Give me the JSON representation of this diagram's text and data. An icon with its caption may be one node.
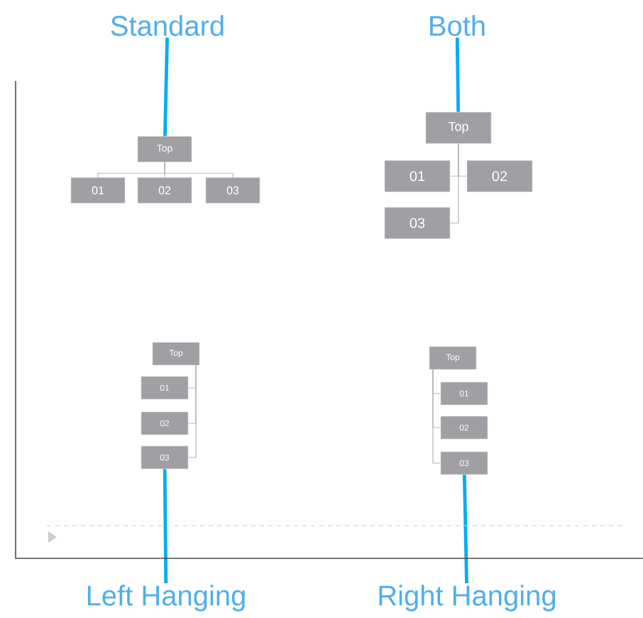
{
  "diagram": {
    "nodes": [
      {
        "text": [
          "Standard"
        ]
      },
      {
        "text": [
          "Top"
        ]
      },
      {
        "text": [
          "01"
        ]
      },
      {
        "text": [
          "02"
        ]
      },
      {
        "text": [
          "03"
        ]
      },
      {
        "text": [
          "Both"
        ]
      },
      {
        "text": [
          "Top"
        ]
      },
      {
        "text": [
          "01"
        ]
      },
      {
        "text": [
          "02"
        ]
      },
      {
        "text": [
          "03"
        ]
      },
      {
        "text": [
          "Top"
        ]
      },
      {
        "text": [
          "01"
        ]
      },
      {
        "text": [
          "02"
        ]
      },
      {
        "text": [
          "03"
        ]
      },
      {
        "text": [
          "Left Hanging"
        ]
      },
      {
        "text": [
          "Top"
        ]
      },
      {
        "text": [
          "01"
        ]
      },
      {
        "text": [
          "02"
        ]
      },
      {
        "text": [
          "03"
        ]
      },
      {
        "text": [
          "Right Hanging"
        ]
      }
    ],
    "edges": [
      {
        "from": 0,
        "to": 1,
        "arrow": "none",
        "style": "thick",
        "color": "#00aeef"
      },
      {
        "from": 1,
        "to": 2,
        "arrow": "none"
      },
      {
        "from": 1,
        "to": 3,
        "arrow": "none"
      },
      {
        "from": 1,
        "to": 4,
        "arrow": "none"
      },
      {
        "from": 5,
        "to": 6,
        "arrow": "none",
        "style": "thick",
        "color": "#00aeef"
      },
      {
        "from": 6,
        "to": 7,
        "arrow": "none"
      },
      {
        "from": 6,
        "to": 8,
        "arrow": "none"
      },
      {
        "from": 6,
        "to": 9,
        "arrow": "none"
      },
      {
        "from": 10,
        "to": 11,
        "arrow": "none"
      },
      {
        "from": 10,
        "to": 12,
        "arrow": "none"
      },
      {
        "from": 10,
        "to": 13,
        "arrow": "none"
      },
      {
        "from": 14,
        "to": 13,
        "arrow": "none",
        "style": "thick",
        "color": "#00aeef"
      },
      {
        "from": 15,
        "to": 16,
        "arrow": "none"
      },
      {
        "from": 15,
        "to": 17,
        "arrow": "none"
      },
      {
        "from": 15,
        "to": 18,
        "arrow": "none"
      },
      {
        "from": 19,
        "to": 18,
        "arrow": "none",
        "style": "thick",
        "color": "#00aeef"
      }
    ]
  }
}
